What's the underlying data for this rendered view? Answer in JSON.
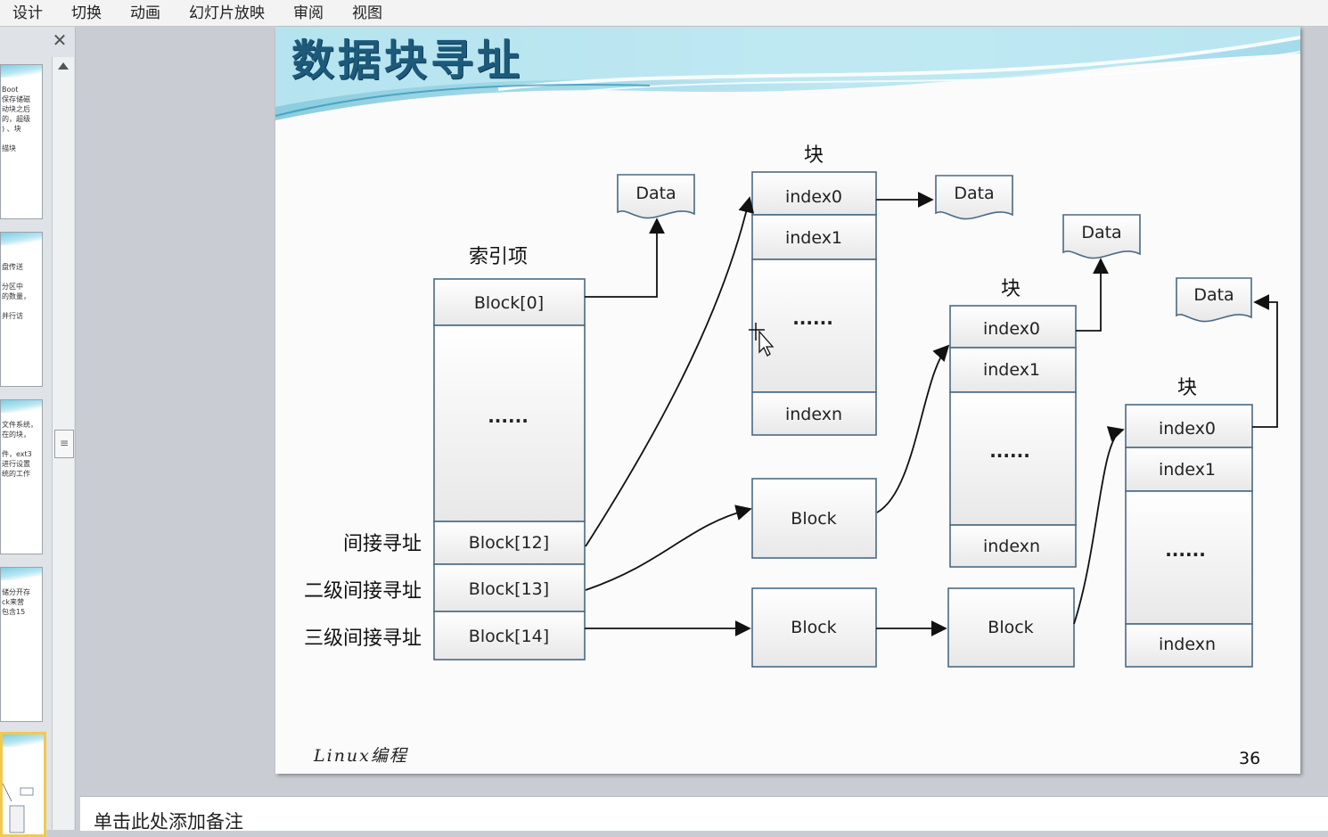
{
  "menu": {
    "tabs": [
      "设计",
      "切换",
      "动画",
      "幻灯片放映",
      "审阅",
      "视图"
    ]
  },
  "thumbnails": [
    {
      "text": "Boot\n保存储磁\n动块之后\n的，超级\n) 、块\n\n描块"
    },
    {
      "text": "\n盘传送\n\n分区中\n的数量，\n\n并行访"
    },
    {
      "text": "文件系统，\n在的块，\n\n件，ext3\n进行设置\n统的工作"
    },
    {
      "text": "储分开存\nck来营\n包含15"
    },
    {
      "text": ""
    }
  ],
  "slide": {
    "title": "数据块寻址",
    "footer": "Linux编程",
    "page_number": "36",
    "diagram": {
      "index_header": "索引项",
      "block_header": "块",
      "index_table": [
        "Block[0]",
        "......",
        "Block[12]",
        "Block[13]",
        "Block[14]"
      ],
      "row_labels": [
        "间接寻址",
        "二级间接寻址",
        "三级间接寻址"
      ],
      "data_label": "Data",
      "block_label": "Block",
      "index_cells": [
        "index0",
        "index1",
        "......",
        "indexn"
      ]
    }
  },
  "notes": {
    "placeholder": "单击此处添加备注"
  },
  "colors": {
    "accent": "#1d5a7a",
    "box_border": "#4a6a85",
    "box_fill": "#f2f2f2"
  }
}
